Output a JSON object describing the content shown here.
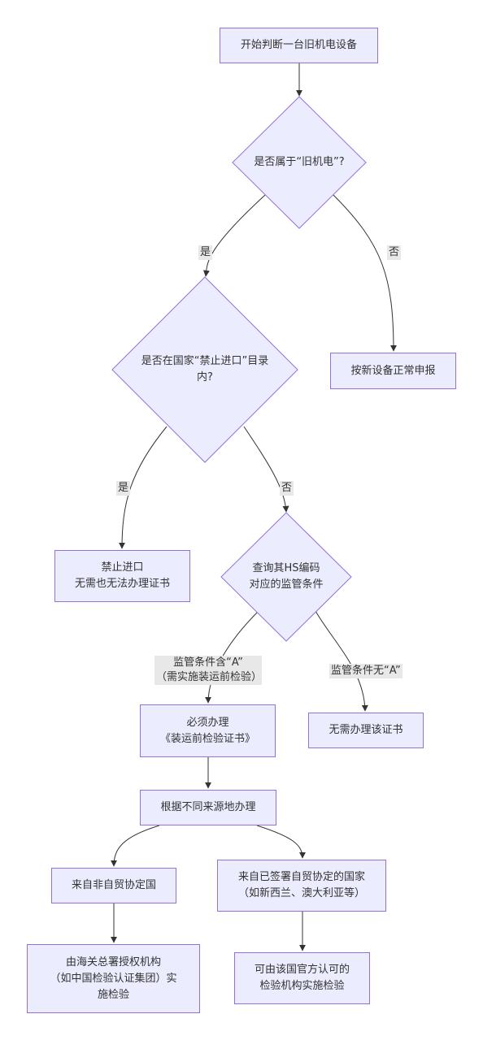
{
  "nodes": {
    "start": [
      "开始判断一台旧机电设备"
    ],
    "q_old": [
      "是否属于“旧机电”?"
    ],
    "new_declare": [
      "按新设备正常申报"
    ],
    "q_banned": [
      "是否在国家“禁止进口”目录",
      "内?"
    ],
    "banned": [
      "禁止进口",
      "无需也无法办理证书"
    ],
    "q_hs": [
      "查询其HS编码",
      "对应的监管条件"
    ],
    "no_cert": [
      "无需办理该证书"
    ],
    "must_cert": [
      "必须办理",
      "《装运前检验证书》"
    ],
    "by_origin": [
      "根据不同来源地办理"
    ],
    "non_fta": [
      "来自非自贸协定国"
    ],
    "fta": [
      "来自已签署自贸协定的国家",
      "（如新西兰、澳大利亚等）"
    ],
    "customs": [
      "由海关总署授权机构",
      "（如中国检验认证集团）实",
      "施检验"
    ],
    "official": [
      "可由该国官方认可的",
      "检验机构实施检验"
    ]
  },
  "edge_labels": {
    "yes1": [
      "是"
    ],
    "no1": [
      "否"
    ],
    "yes2": [
      "是"
    ],
    "no2": [
      "否"
    ],
    "has_a": [
      "监管条件含“A”",
      "（需实施装运前检验）"
    ],
    "no_a": [
      "监管条件无“A”"
    ]
  },
  "colors": {
    "node_fill": "#ECECFF",
    "node_stroke": "#9370DB",
    "edge": "#333333",
    "label_bg": "#e8e8e8"
  }
}
